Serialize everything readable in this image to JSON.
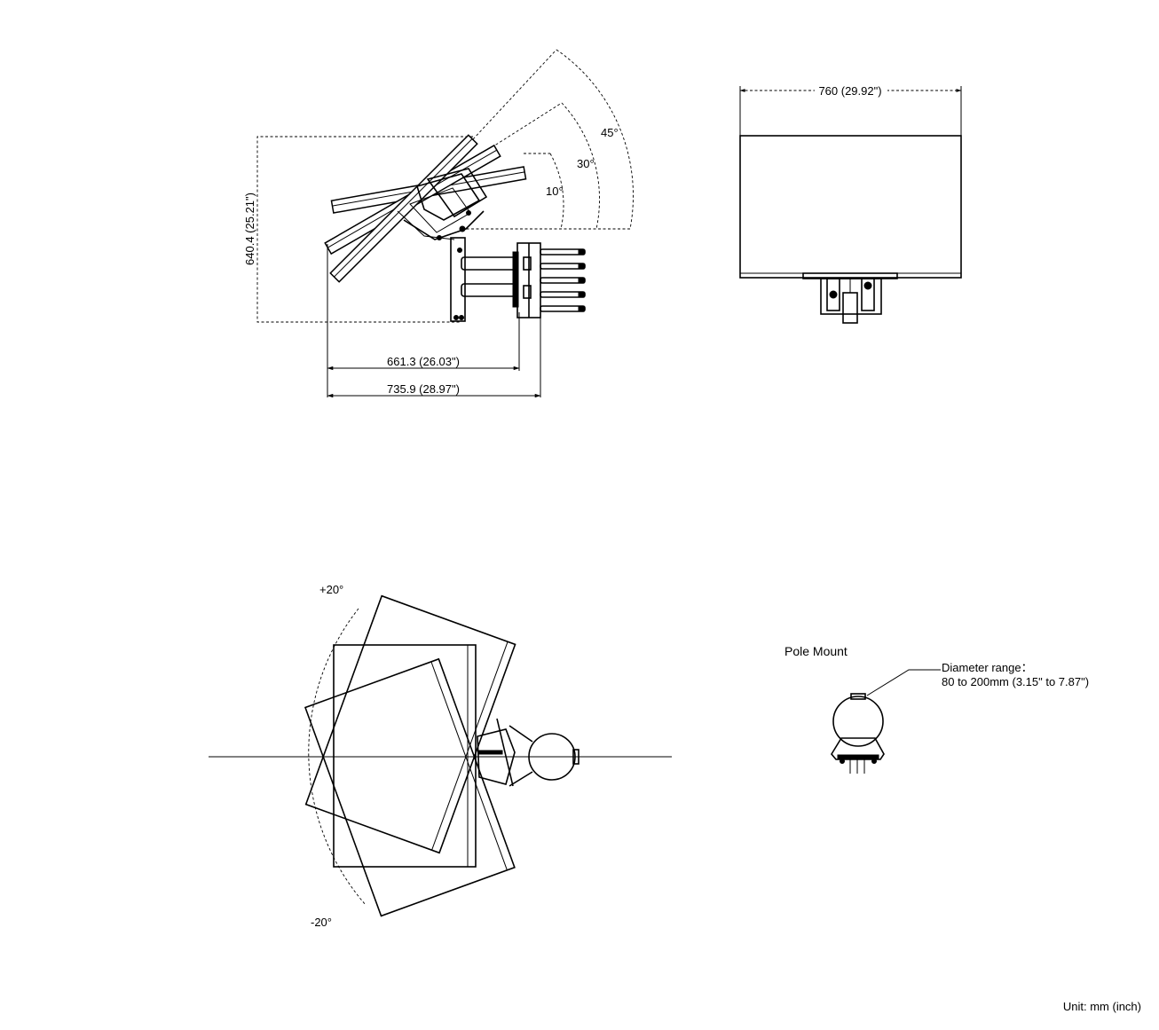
{
  "side_view": {
    "dim_height": "640.4 (25.21\")",
    "dim_depth_1": "661.3 (26.03\")",
    "dim_depth_2": "735.9 (28.97\")",
    "tilt_angles": [
      "10°",
      "30°",
      "45°"
    ]
  },
  "front_view": {
    "dim_width": "760 (29.92\")"
  },
  "top_view": {
    "pan_plus": "+20°",
    "pan_minus": "-20°"
  },
  "pole_mount": {
    "title": "Pole Mount",
    "callout_line1": "Diameter range：",
    "callout_line2": "80 to 200mm (3.15\" to 7.87\")"
  },
  "unit_note": "Unit: mm (inch)"
}
